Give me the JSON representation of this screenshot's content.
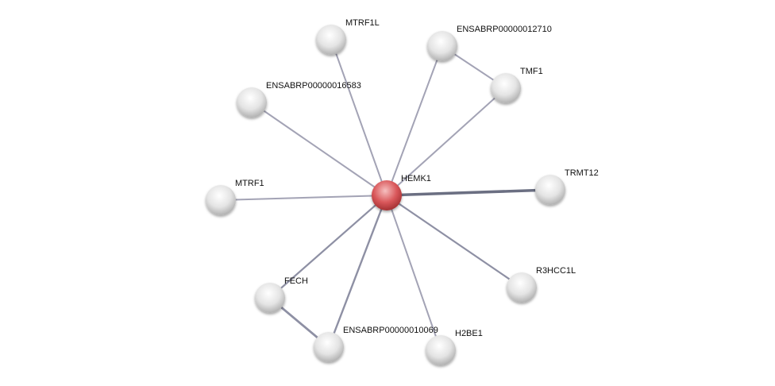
{
  "network": {
    "center": "HEMK1",
    "nodes": [
      {
        "id": "HEMK1",
        "label": "HEMK1",
        "query": true
      },
      {
        "id": "MTRF1L",
        "label": "MTRF1L"
      },
      {
        "id": "ENSABRP00000012710",
        "label": "ENSABRP00000012710"
      },
      {
        "id": "TMF1",
        "label": "TMF1"
      },
      {
        "id": "ENSABRP00000016583",
        "label": "ENSABRP00000016583"
      },
      {
        "id": "MTRF1",
        "label": "MTRF1"
      },
      {
        "id": "TRMT12",
        "label": "TRMT12"
      },
      {
        "id": "R3HCC1L",
        "label": "R3HCC1L"
      },
      {
        "id": "FECH",
        "label": "FECH"
      },
      {
        "id": "ENSABRP00000010069",
        "label": "ENSABRP00000010069"
      },
      {
        "id": "H2BE1",
        "label": "H2BE1"
      }
    ],
    "edges": [
      [
        "HEMK1",
        "MTRF1L"
      ],
      [
        "HEMK1",
        "ENSABRP00000012710"
      ],
      [
        "HEMK1",
        "TMF1"
      ],
      [
        "HEMK1",
        "ENSABRP00000016583"
      ],
      [
        "HEMK1",
        "MTRF1"
      ],
      [
        "HEMK1",
        "TRMT12"
      ],
      [
        "HEMK1",
        "R3HCC1L"
      ],
      [
        "HEMK1",
        "FECH"
      ],
      [
        "HEMK1",
        "ENSABRP00000010069"
      ],
      [
        "HEMK1",
        "H2BE1"
      ],
      [
        "ENSABRP00000012710",
        "TMF1"
      ],
      [
        "FECH",
        "ENSABRP00000010069"
      ]
    ],
    "colors": {
      "query_node": "#d9575a",
      "node": "#e6e6e6",
      "edge": "#a3a3b5",
      "edge_strong": "#6b6f82"
    }
  }
}
